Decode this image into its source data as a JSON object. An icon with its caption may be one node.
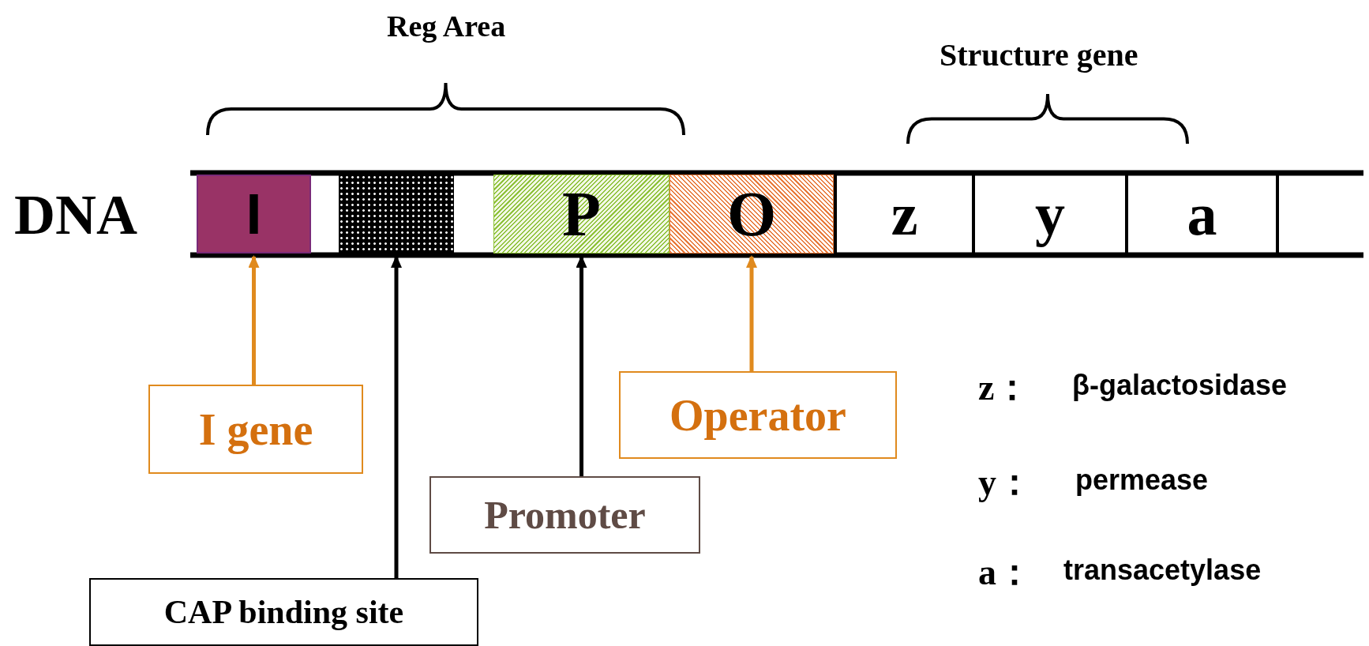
{
  "diagram": {
    "nodes": [
      {
        "text": [
          "I"
        ]
      },
      {
        "text": [],
        "shape": "box"
      },
      {
        "text": [
          "P"
        ]
      },
      {
        "text": [
          "O"
        ]
      },
      {
        "text": [
          "z"
        ]
      },
      {
        "text": [
          "y"
        ]
      },
      {
        "text": [
          "a"
        ]
      },
      {
        "text": [
          "I gene"
        ]
      },
      {
        "text": [
          "Operator"
        ]
      },
      {
        "text": [
          "Promoter"
        ]
      },
      {
        "text": [
          "CAP binding site"
        ]
      }
    ],
    "edges": [
      {
        "from": 7,
        "to": 0,
        "arrow": "to",
        "color": "#e08a1e"
      },
      {
        "from": 10,
        "to": 1,
        "arrow": "to",
        "color": "#000000"
      },
      {
        "from": 9,
        "to": 2,
        "arrow": "to",
        "color": "#000000"
      },
      {
        "from": 8,
        "to": 3,
        "arrow": "to",
        "color": "#e08a1e"
      }
    ],
    "labels": [
      "Reg Area",
      "Structure gene",
      "DNA",
      "z：",
      "β-galactosidase",
      "y：",
      "permease",
      "a：",
      "transacetylase"
    ]
  }
}
